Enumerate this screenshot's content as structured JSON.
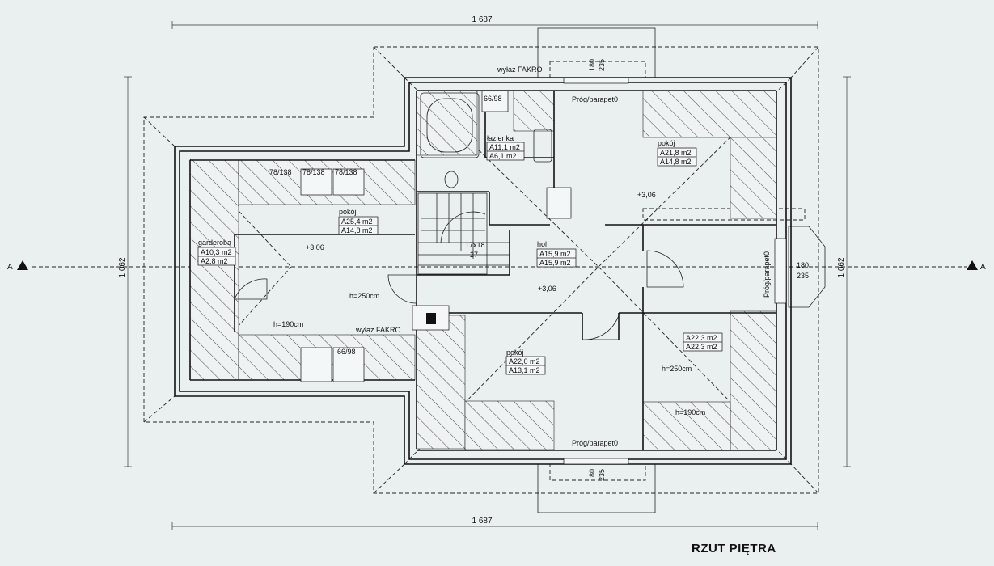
{
  "title": "RZUT PIĘTRA",
  "dimensions": {
    "width_top": "1 687",
    "width_bottom": "1 687",
    "height_left": "1 062",
    "height_right": "1 062",
    "section_left": "A",
    "section_right": "A"
  },
  "rooms": {
    "garderoba": {
      "name": "garderoba",
      "a1": "A10,3 m2",
      "a2": "A2,8 m2"
    },
    "pokoj_left": {
      "name": "pokój",
      "a1": "A25,4 m2",
      "a2": "A14,8 m2"
    },
    "lazienka": {
      "name": "łazienka",
      "a1": "A11,1 m2",
      "a2": "A6,1 m2"
    },
    "pokoj_topright": {
      "name": "pokój",
      "a1": "A21,8 m2",
      "a2": "A14,8 m2"
    },
    "hol": {
      "name": "hol",
      "a1": "A15,9 m2",
      "a2": "A15,9 m2"
    },
    "pokoj_bottom": {
      "name": "pokój",
      "a1": "A22,0 m2",
      "a2": "A13,1 m2"
    },
    "pokoj_right": {
      "a1": "A22,3 m2",
      "a2": "A22,3 m2"
    }
  },
  "labels": {
    "wylaz_top": "wyłaz FAKRO",
    "wylaz_bottom": "wyłaz FAKRO",
    "skylight_top": "66/98",
    "skylight_bottom": "66/98",
    "roofwin_1": "78/138",
    "roofwin_2": "78/138",
    "roofwin_3": "78/138",
    "level_1": "+3,06",
    "level_2": "+3,06",
    "level_3": "+3,06",
    "h250_left": "h=250cm",
    "h190_left": "h=190cm",
    "h250_right": "h=250cm",
    "h190_right": "h=190cm",
    "stairs": "17x18",
    "stairs_n": "27",
    "prog_top": "Próg/parapet0",
    "prog_bottom": "Próg/parapet0",
    "prog_right": "Próg/parapet0",
    "win_top_180": "180",
    "win_top_235": "235",
    "win_bottom_180": "180",
    "win_bottom_235": "235",
    "win_right_180": "180",
    "win_right_235": "235"
  }
}
